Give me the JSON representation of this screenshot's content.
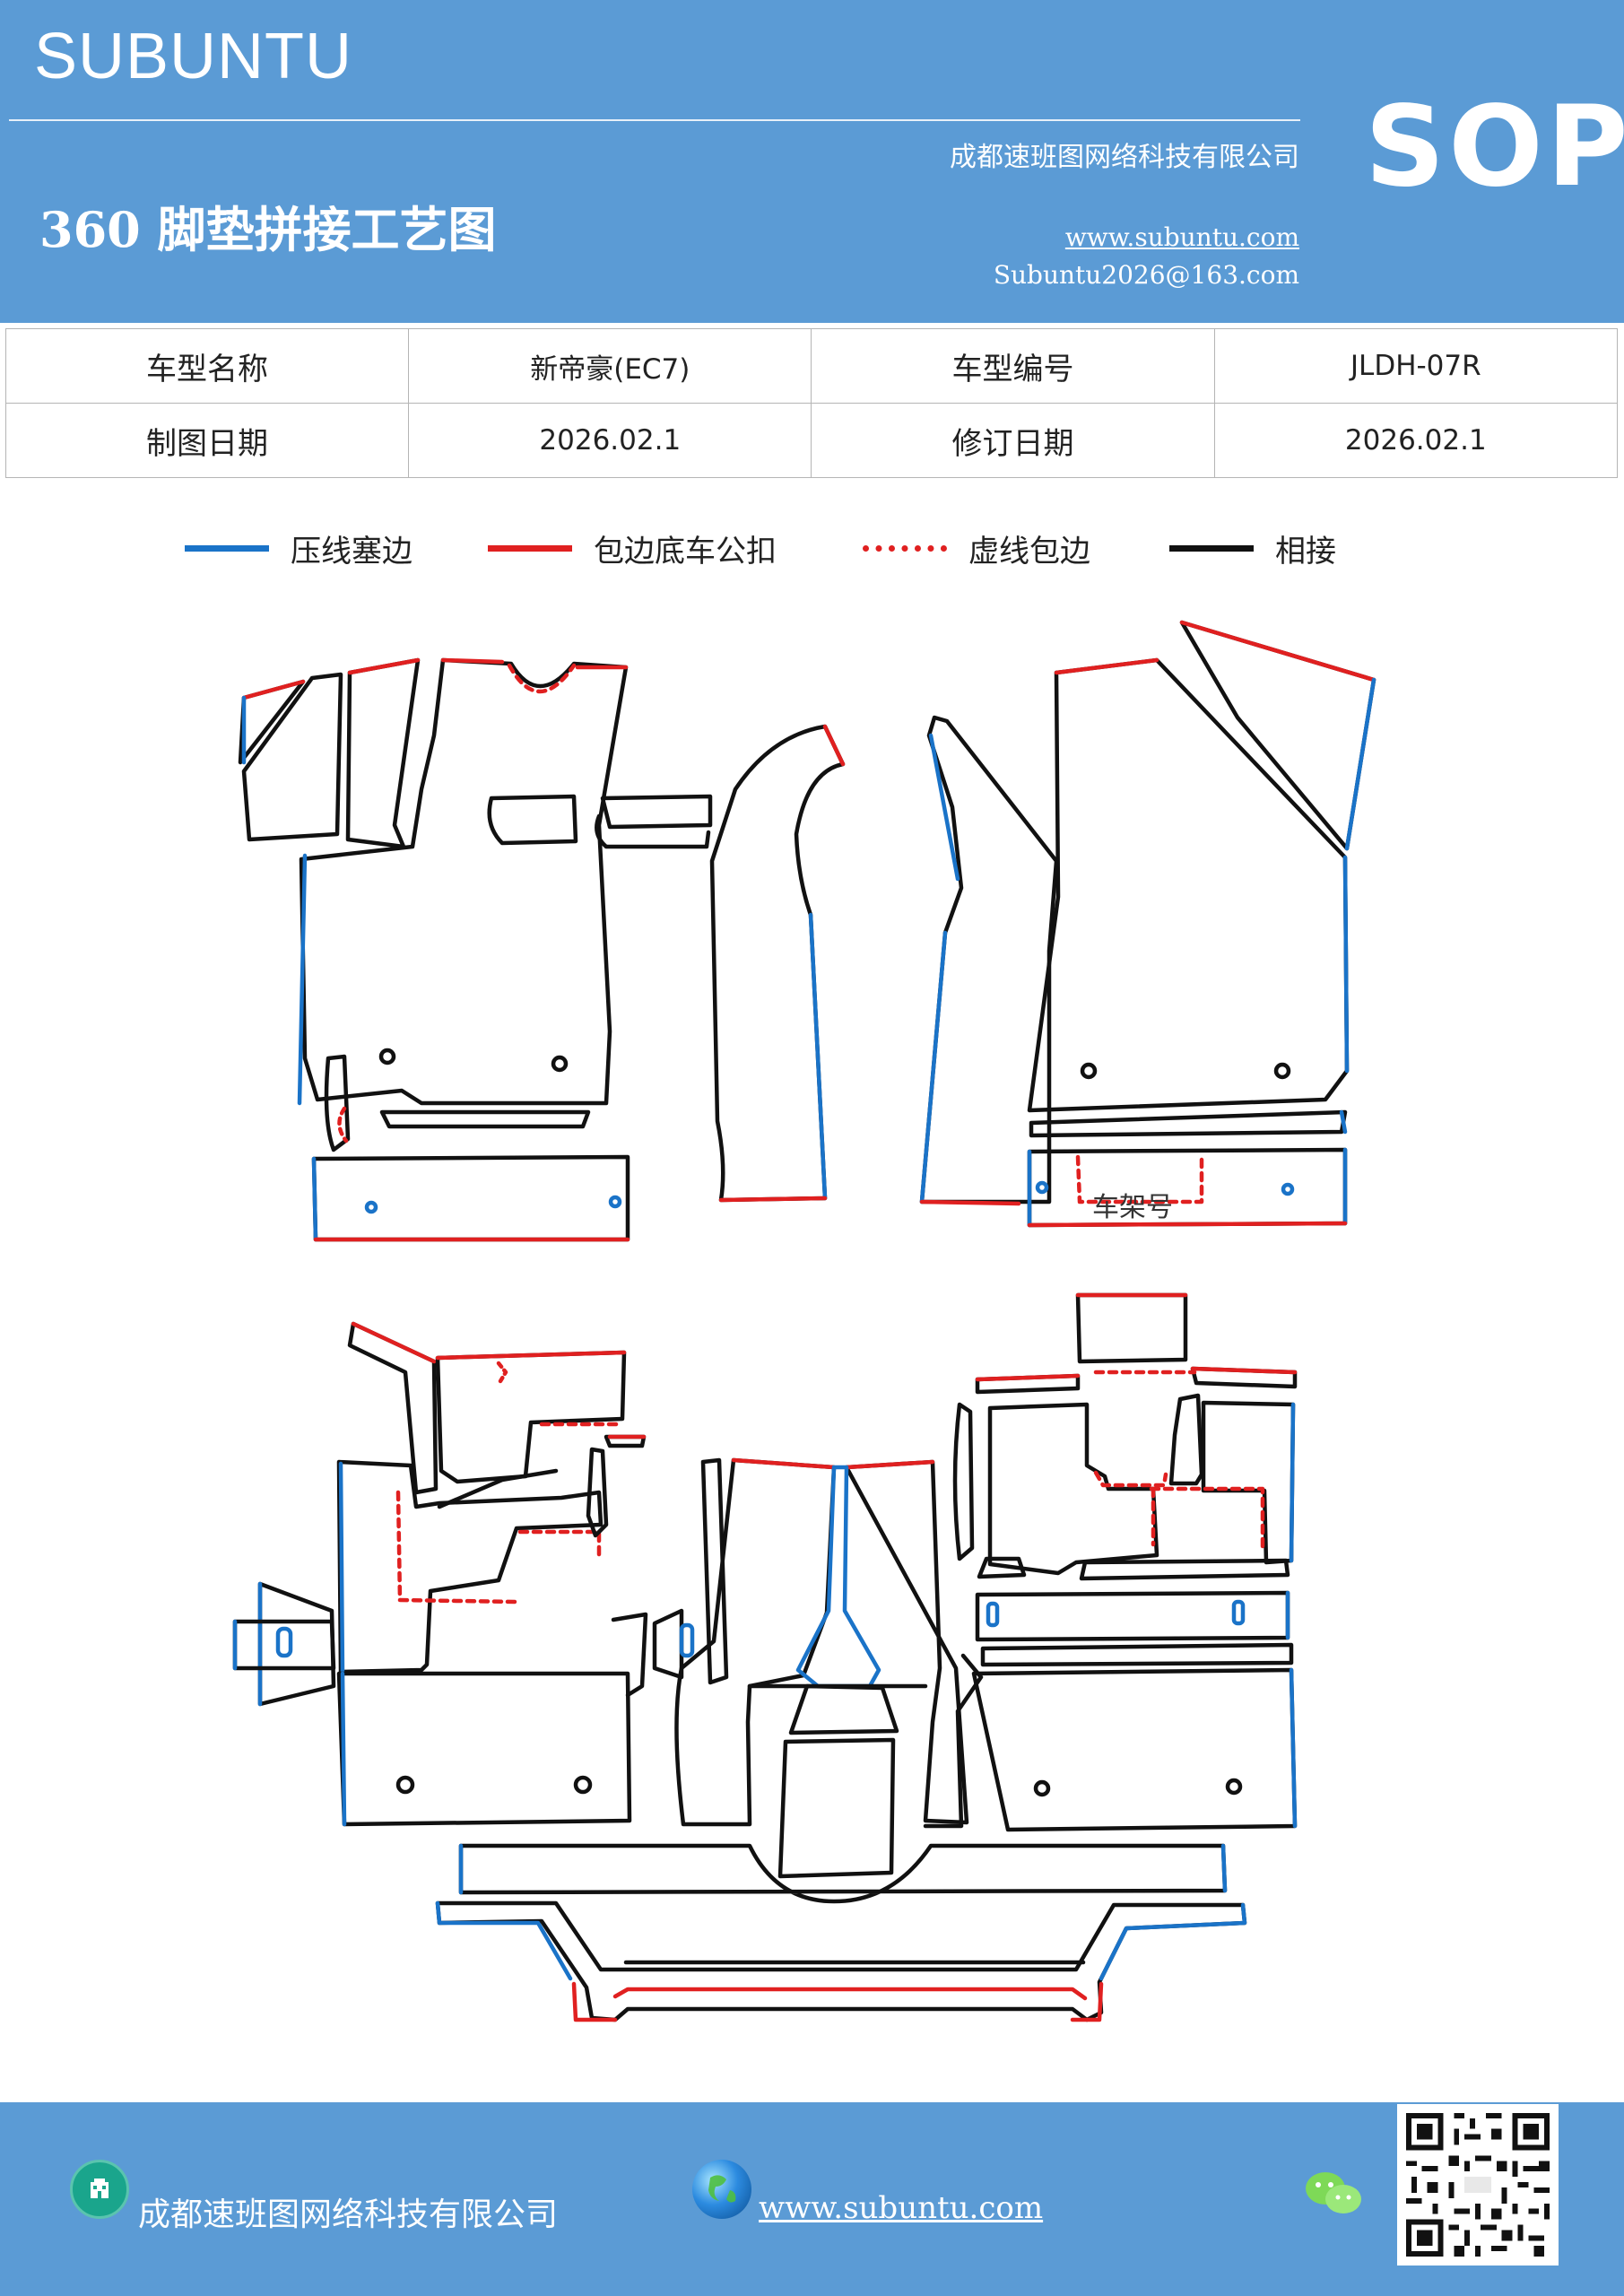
{
  "header": {
    "brand": "SUBUNTU",
    "company": "成都速班图网络科技有限公司",
    "title": "360 脚垫拼接工艺图",
    "website": "www.subuntu.com",
    "email": "Subuntu2026@163.com",
    "sop": "SOP"
  },
  "info": {
    "row1": {
      "label1": "车型名称",
      "value1": "新帝豪(EC7)",
      "label2": "车型编号",
      "value2": "JLDH-07R"
    },
    "row2": {
      "label1": "制图日期",
      "value1": "2026.02.1",
      "label2": "修订日期",
      "value2": "2026.02.1"
    }
  },
  "legend": [
    {
      "label": "压线塞边",
      "color": "#1a73c8",
      "style": "solid"
    },
    {
      "label": "包边底车公扣",
      "color": "#e02020",
      "style": "solid"
    },
    {
      "label": "虚线包边",
      "color": "#e02020",
      "style": "dotted"
    },
    {
      "label": "相接",
      "color": "#111111",
      "style": "solid"
    }
  ],
  "diagram": {
    "frame_number_label": "车架号"
  },
  "colors": {
    "header_bg": "#5b9bd5",
    "press_edge": "#1a73c8",
    "wrap_edge": "#e02020",
    "joint": "#111111"
  },
  "footer": {
    "company": "成都速班图网络科技有限公司",
    "website": "www.subuntu.com",
    "icons": [
      "building-icon",
      "globe-icon",
      "wechat-icon",
      "qr-code"
    ]
  }
}
